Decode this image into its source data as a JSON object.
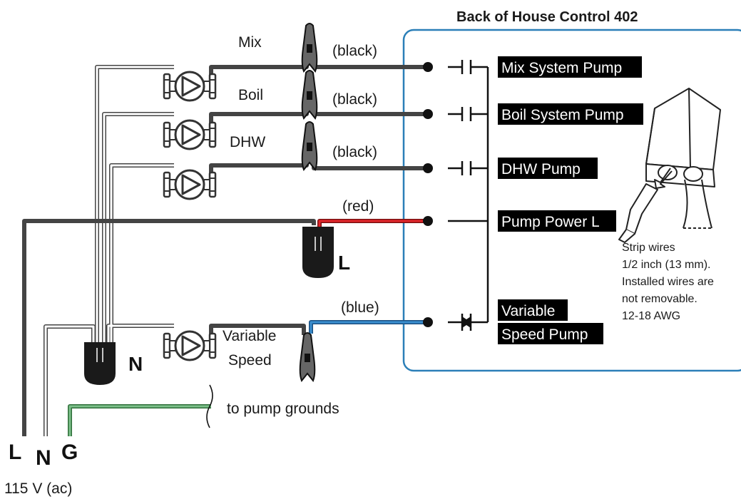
{
  "control": {
    "title": "Back of House Control 402",
    "terminals": {
      "mix": "Mix System Pump",
      "boil": "Boil System Pump",
      "dhw": "DHW Pump",
      "power": "Pump Power L",
      "variable_line1": "Variable",
      "variable_line2": "Speed Pump"
    }
  },
  "pumps": {
    "mix": "Mix",
    "boil": "Boil",
    "dhw": "DHW",
    "variable_line1": "Variable",
    "variable_line2": "Speed"
  },
  "wires": {
    "mix": "(black)",
    "boil": "(black)",
    "dhw": "(black)",
    "power": "(red)",
    "variable": "(blue)"
  },
  "connectors": {
    "line": "L",
    "neutral": "N"
  },
  "supply": {
    "line": "L",
    "neutral": "N",
    "ground": "G",
    "voltage": "115 V (ac)",
    "ground_note": "to pump grounds"
  },
  "notes": {
    "strip": [
      "Strip wires",
      "1/2 inch (13 mm).",
      "Installed wires are",
      "not removable.",
      "12-18 AWG"
    ]
  },
  "colors": {
    "control_border": "#2b7fb8",
    "black_wire": "#444444",
    "red_wire": "#e3262b",
    "blue_wire": "#3a8fd0",
    "green_wire": "#7cc08a",
    "connector": "#1a1a1a",
    "label_bg": "#000000"
  }
}
